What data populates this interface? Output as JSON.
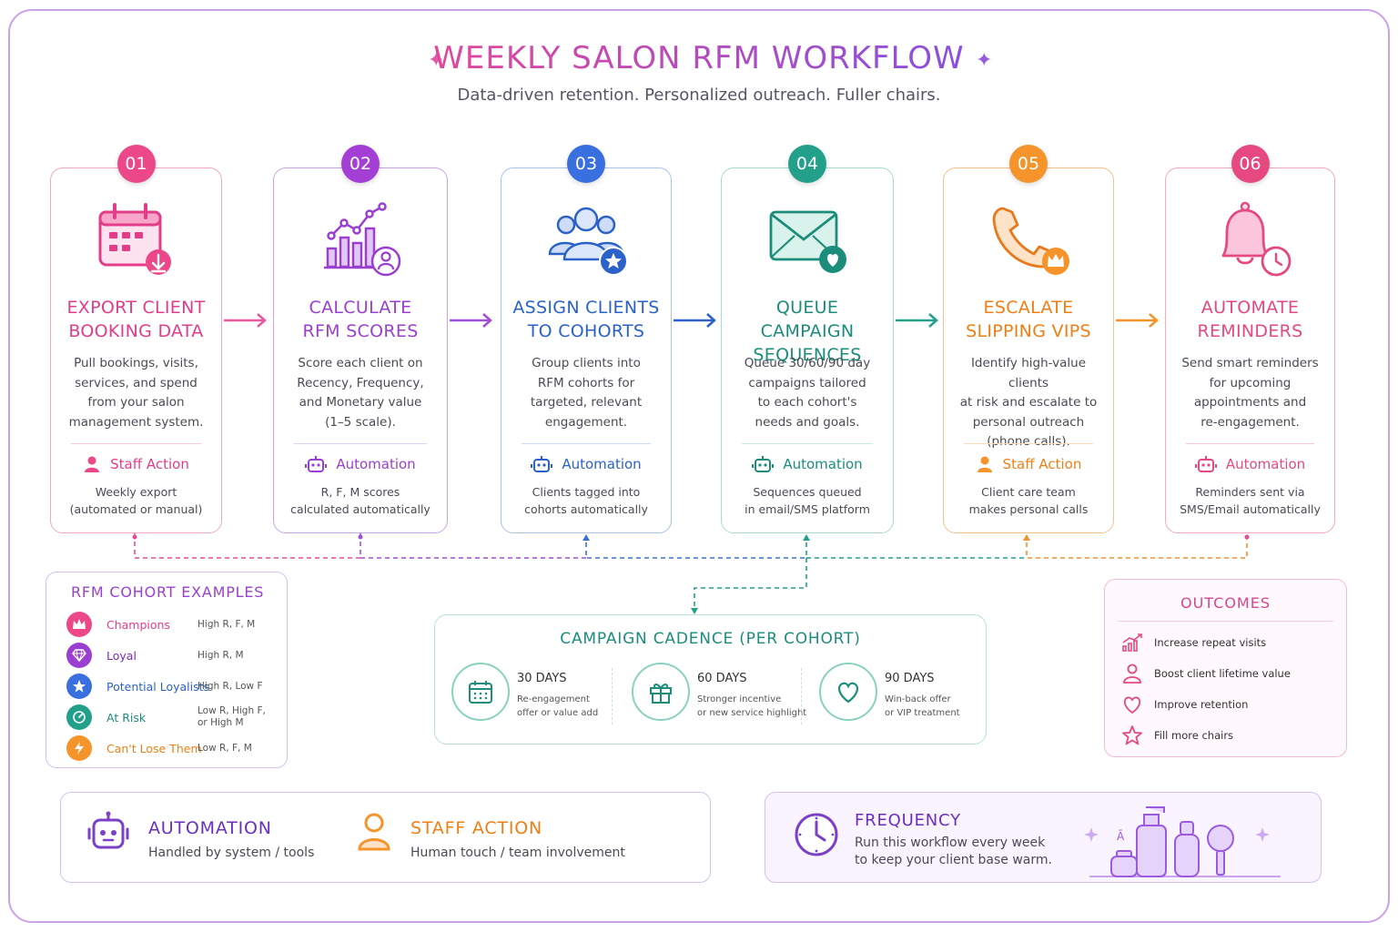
{
  "header": {
    "title": "WEEKLY SALON RFM WORKFLOW",
    "subtitle": "Data-driven retention. Personalized outreach. Fuller chairs."
  },
  "colors": {
    "pink": "#ec4889",
    "purple": "#9b3fd0",
    "blue": "#2b62c9",
    "teal": "#1c8d7a",
    "orange": "#f08a1c",
    "rose": "#e64980"
  },
  "steps": [
    {
      "number": "01",
      "title_lines": [
        "EXPORT CLIENT",
        "BOOKING DATA"
      ],
      "desc_lines": [
        "Pull bookings, visits,",
        "services, and spend",
        "from your salon",
        "management system."
      ],
      "action": "Staff Action",
      "action_icon": "person-icon",
      "action_desc": [
        "Weekly export",
        "(automated or manual)"
      ],
      "icon": "calendar-download-icon"
    },
    {
      "number": "02",
      "title_lines": [
        "CALCULATE",
        "RFM SCORES"
      ],
      "desc_lines": [
        "Score each client on",
        "Recency, Frequency,",
        "and Monetary value",
        "(1–5 scale)."
      ],
      "action": "Automation",
      "action_icon": "robot-icon",
      "action_desc": [
        "R, F, M scores",
        "calculated automatically"
      ],
      "icon": "chart-user-icon"
    },
    {
      "number": "03",
      "title_lines": [
        "ASSIGN CLIENTS",
        "TO COHORTS"
      ],
      "desc_lines": [
        "Group clients into",
        "RFM cohorts for",
        "targeted, relevant",
        "engagement."
      ],
      "action": "Automation",
      "action_icon": "robot-icon",
      "action_desc": [
        "Clients tagged into",
        "cohorts automatically"
      ],
      "icon": "group-star-icon"
    },
    {
      "number": "04",
      "title_lines": [
        "QUEUE CAMPAIGN",
        "SEQUENCES"
      ],
      "desc_lines": [
        "Queue 30/60/90 day",
        "campaigns tailored",
        "to each cohort's",
        "needs and goals."
      ],
      "action": "Automation",
      "action_icon": "robot-icon",
      "action_desc": [
        "Sequences queued",
        "in email/SMS platform"
      ],
      "icon": "envelope-heart-icon"
    },
    {
      "number": "05",
      "title_lines": [
        "ESCALATE",
        "SLIPPING VIPS"
      ],
      "desc_lines": [
        "Identify high-value clients",
        "at risk and escalate to",
        "personal outreach",
        "(phone calls)."
      ],
      "action": "Staff Action",
      "action_icon": "person-icon",
      "action_desc": [
        "Client care team",
        "makes personal calls"
      ],
      "icon": "phone-crown-icon"
    },
    {
      "number": "06",
      "title_lines": [
        "AUTOMATE",
        "REMINDERS"
      ],
      "desc_lines": [
        "Send smart reminders",
        "for upcoming",
        "appointments and",
        "re-engagement."
      ],
      "action": "Automation",
      "action_icon": "robot-icon",
      "action_desc": [
        "Reminders sent via",
        "SMS/Email automatically"
      ],
      "icon": "bell-clock-icon"
    }
  ],
  "cohorts": {
    "title": "RFM COHORT EXAMPLES",
    "items": [
      {
        "name": "Champions",
        "value": [
          "High R, F, M"
        ],
        "icon": "crown-icon"
      },
      {
        "name": "Loyal",
        "value": [
          "High R, M"
        ],
        "icon": "diamond-icon"
      },
      {
        "name": "Potential Loyalists",
        "value": [
          "High R, Low F"
        ],
        "icon": "star-icon"
      },
      {
        "name": "At Risk",
        "value": [
          "Low R, High F,",
          "or High M"
        ],
        "icon": "gauge-icon"
      },
      {
        "name": "Can't Lose Them",
        "value": [
          "Low R, F, M"
        ],
        "icon": "lightning-icon"
      }
    ]
  },
  "cadence": {
    "title": "CAMPAIGN CADENCE (PER COHORT)",
    "items": [
      {
        "heading": "30 DAYS",
        "desc": [
          "Re-engagement",
          "offer or value add"
        ],
        "icon": "calendar-icon"
      },
      {
        "heading": "60 DAYS",
        "desc": [
          "Stronger incentive",
          "or new service highlight"
        ],
        "icon": "gift-icon"
      },
      {
        "heading": "90 DAYS",
        "desc": [
          "Win-back offer",
          "or VIP treatment"
        ],
        "icon": "heart-icon"
      }
    ]
  },
  "outcomes": {
    "title": "OUTCOMES",
    "items": [
      {
        "label": "Increase repeat visits",
        "icon": "growth-chart-icon"
      },
      {
        "label": "Boost client lifetime value",
        "icon": "person-icon"
      },
      {
        "label": "Improve retention",
        "icon": "heart-icon"
      },
      {
        "label": "Fill more chairs",
        "icon": "star-icon"
      }
    ]
  },
  "legend": {
    "automation_title": "AUTOMATION",
    "automation_desc": "Handled by system / tools",
    "staff_title": "STAFF ACTION",
    "staff_desc": "Human touch / team involvement"
  },
  "frequency": {
    "title": "FREQUENCY",
    "desc_lines": [
      "Run this workflow every week",
      "to keep your client base warm."
    ]
  }
}
